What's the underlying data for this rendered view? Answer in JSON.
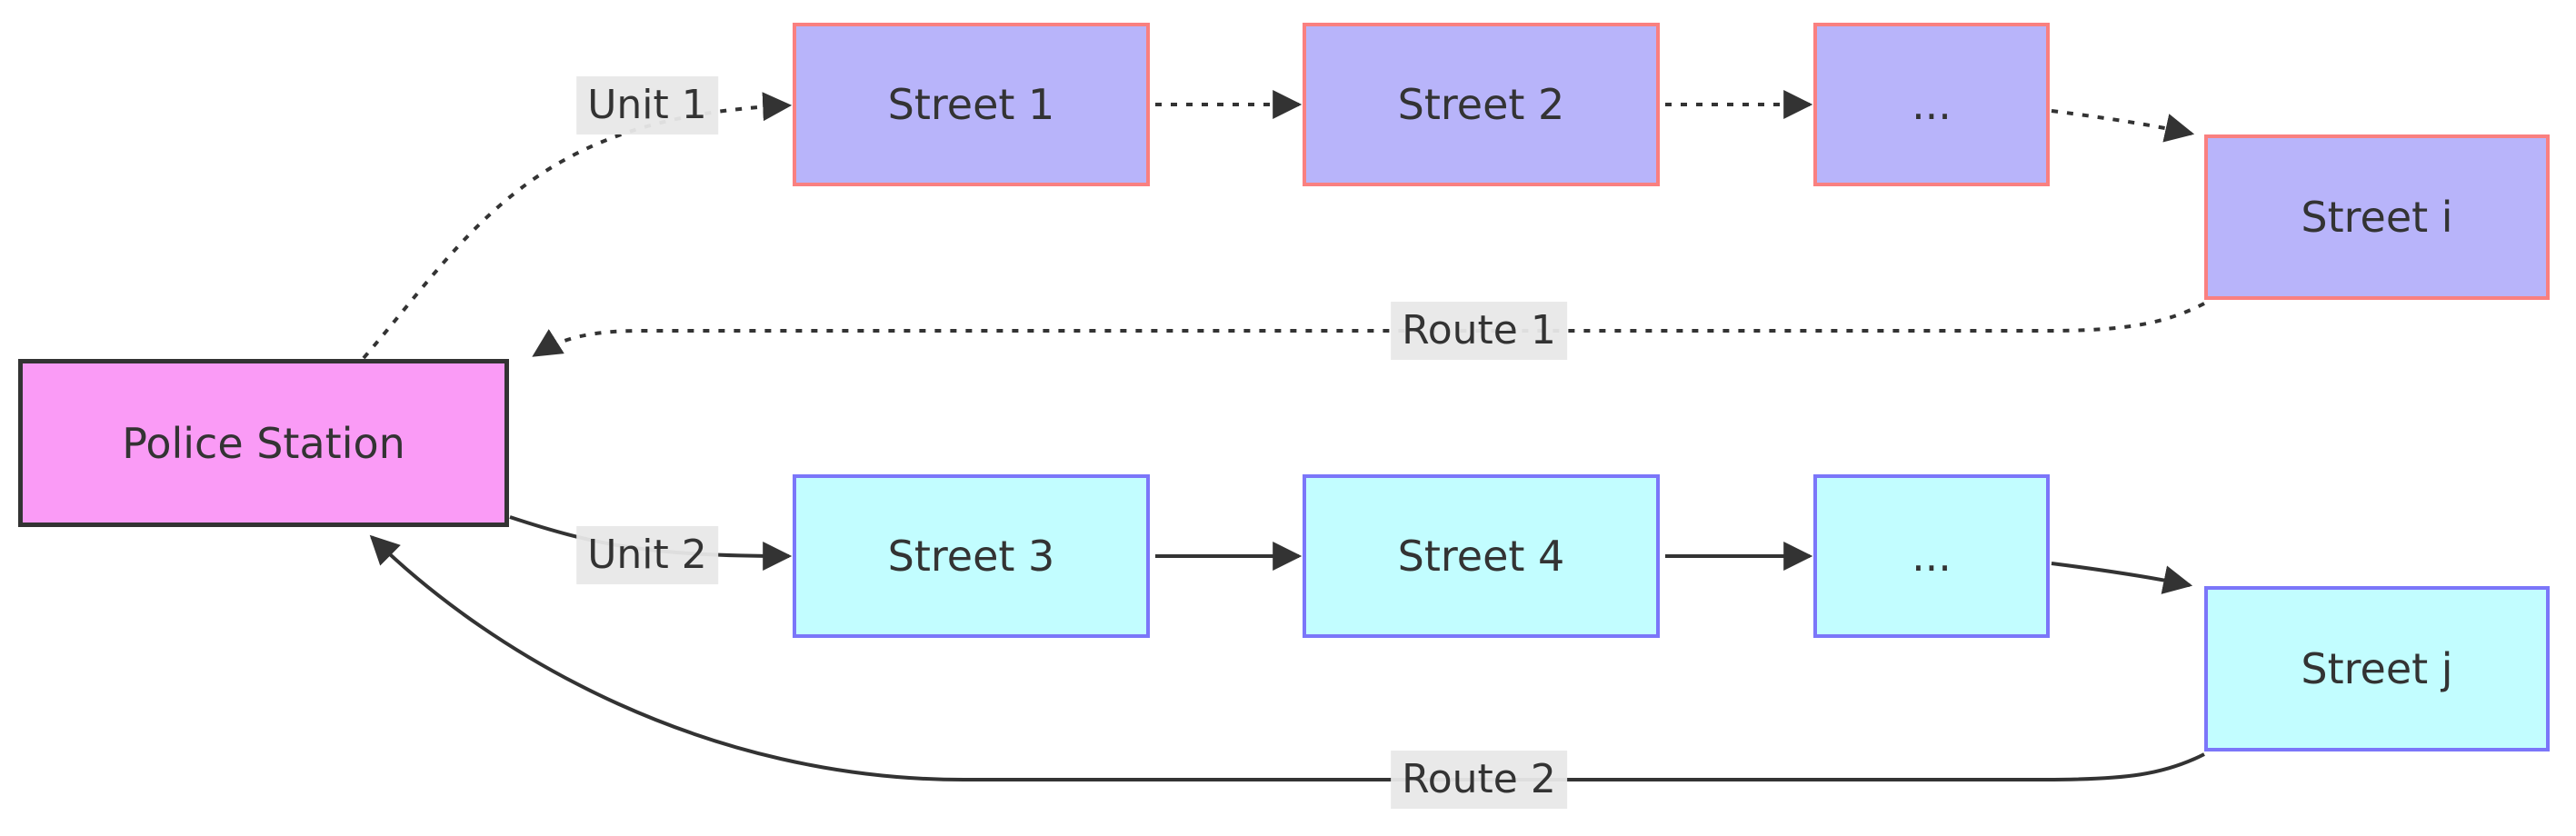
{
  "diagram": {
    "type": "flowchart",
    "description": "Police patrol routing diagram: two patrol units leave the Police Station, traverse chains of streets and return via routes",
    "colors": {
      "background": "#ffffff",
      "police_fill": "#fa9bf6",
      "police_border": "#333333",
      "route1_street_fill": "#b8b4fa",
      "route1_street_border": "#f98080",
      "route2_street_fill": "#c2fdff",
      "route2_street_border": "#7b76f9",
      "edge_line": "#333333",
      "edge_label_bg": "#e8e8e8",
      "text": "#333333"
    },
    "nodes": {
      "police": {
        "label": "Police Station"
      },
      "street1": {
        "label": "Street 1"
      },
      "street2": {
        "label": "Street 2"
      },
      "ellipsis1": {
        "label": "..."
      },
      "streetI": {
        "label": "Street i"
      },
      "street3": {
        "label": "Street 3"
      },
      "street4": {
        "label": "Street 4"
      },
      "ellipsis2": {
        "label": "..."
      },
      "streetJ": {
        "label": "Street j"
      }
    },
    "edges": [
      {
        "from": "police",
        "to": "street1",
        "label": "Unit 1",
        "style": "dotted"
      },
      {
        "from": "street1",
        "to": "street2",
        "label": "",
        "style": "dotted"
      },
      {
        "from": "street2",
        "to": "ellipsis1",
        "label": "",
        "style": "dotted"
      },
      {
        "from": "ellipsis1",
        "to": "streetI",
        "label": "",
        "style": "dotted"
      },
      {
        "from": "streetI",
        "to": "police",
        "label": "Route 1",
        "style": "dotted"
      },
      {
        "from": "police",
        "to": "street3",
        "label": "Unit 2",
        "style": "solid"
      },
      {
        "from": "street3",
        "to": "street4",
        "label": "",
        "style": "solid"
      },
      {
        "from": "street4",
        "to": "ellipsis2",
        "label": "",
        "style": "solid"
      },
      {
        "from": "ellipsis2",
        "to": "streetJ",
        "label": "",
        "style": "solid"
      },
      {
        "from": "streetJ",
        "to": "police",
        "label": "Route 2",
        "style": "solid"
      }
    ]
  }
}
